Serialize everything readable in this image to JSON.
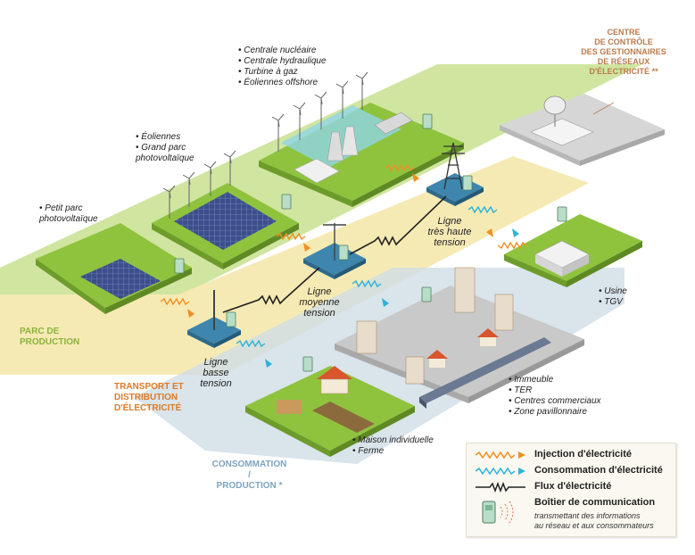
{
  "colors": {
    "production_band": "#a9cf52",
    "transport_band": "#f6eab4",
    "consumption_band": "#cfdde6",
    "injection_arrow": "#ef8f25",
    "consumption_arrow": "#2db3d6",
    "flow_line": "#222222",
    "section_production": "#8cb23b",
    "section_transport": "#e07a23",
    "section_consumption": "#7ea4c0",
    "section_control": "#b97a4c",
    "comm_box": "#b8dec7"
  },
  "icons": [
    "wind-turbine-icon",
    "solar-panel-icon",
    "nuclear-plant-icon",
    "dam-icon",
    "pylon-icon",
    "factory-icon",
    "building-icon",
    "house-icon",
    "farm-icon",
    "train-icon",
    "satellite-dish-icon",
    "comm-box-icon"
  ],
  "notes": {
    "nuclear": "• Centrale nucléaire\n• Centrale hydraulique\n• Turbine à gaz\n• Éoliennes offshore",
    "wind": "• Éoliennes\n• Grand parc\n  photovoltaïque",
    "small_pv": "• Petit parc\n  photovoltaïque",
    "factory": "• Usine\n• TGV",
    "city": "• Immeuble\n• TER\n• Centres commerciaux\n• Zone pavillonnaire",
    "house": "• Maison individuelle\n• Ferme"
  },
  "sections": {
    "production": "PARC DE\nPRODUCTION",
    "transport": "TRANSPORT ET\nDISTRIBUTION\nD'ÉLECTRICITÉ",
    "consumption": "CONSOMMATION\n/\nPRODUCTION *",
    "control": "CENTRE\nDE CONTRÔLE\nDES GESTIONNAIRES\nDE RÉSEAUX\nD'ÉLECTRICITÉ **"
  },
  "lines": {
    "very_high": "Ligne\ntrès haute\ntension",
    "medium": "Ligne\nmoyenne\ntension",
    "low": "Ligne\nbasse\ntension"
  },
  "legend": {
    "injection": "Injection d'électricité",
    "consumption": "Consommation d'électricité",
    "flow": "Flux d'électricité",
    "comm_box": "Boîtier de communication",
    "comm_box_desc": "transmettant des informations\nau réseau et aux consommateurs"
  }
}
